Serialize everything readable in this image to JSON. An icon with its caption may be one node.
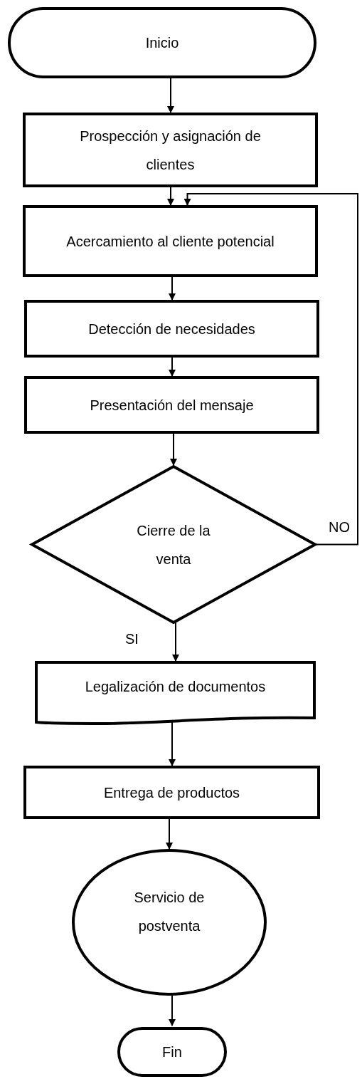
{
  "diagram": {
    "nodes": [
      {
        "text": [
          "Inicio"
        ]
      },
      {
        "text": [
          "Prospección y asignación de clientes"
        ]
      },
      {
        "text": [
          "Acercamiento al cliente potencial"
        ]
      },
      {
        "text": [
          "Detección de necesidades"
        ]
      },
      {
        "text": [
          "Presentación del mensaje"
        ]
      },
      {
        "text": [
          "Cierre de la venta"
        ]
      },
      {
        "text": [
          "Legalización de documentos"
        ]
      },
      {
        "text": [
          "Entrega de productos"
        ]
      },
      {
        "text": [
          "Servicio de postventa"
        ]
      },
      {
        "text": [
          "Fin"
        ]
      }
    ],
    "edges": [
      {
        "from": 0,
        "to": 1,
        "arrow": "to"
      },
      {
        "from": 1,
        "to": 2,
        "arrow": "to"
      },
      {
        "from": 2,
        "to": 3,
        "arrow": "to"
      },
      {
        "from": 3,
        "to": 4,
        "arrow": "to"
      },
      {
        "from": 4,
        "to": 5,
        "arrow": "to"
      },
      {
        "from": 5,
        "to": 6,
        "arrow": "to",
        "label": "SI"
      },
      {
        "from": 6,
        "to": 7,
        "arrow": "to"
      },
      {
        "from": 7,
        "to": 8,
        "arrow": "to"
      },
      {
        "from": 8,
        "to": 9,
        "arrow": "to"
      },
      {
        "from": 5,
        "to": 2,
        "arrow": "to",
        "label": "NO"
      }
    ]
  }
}
